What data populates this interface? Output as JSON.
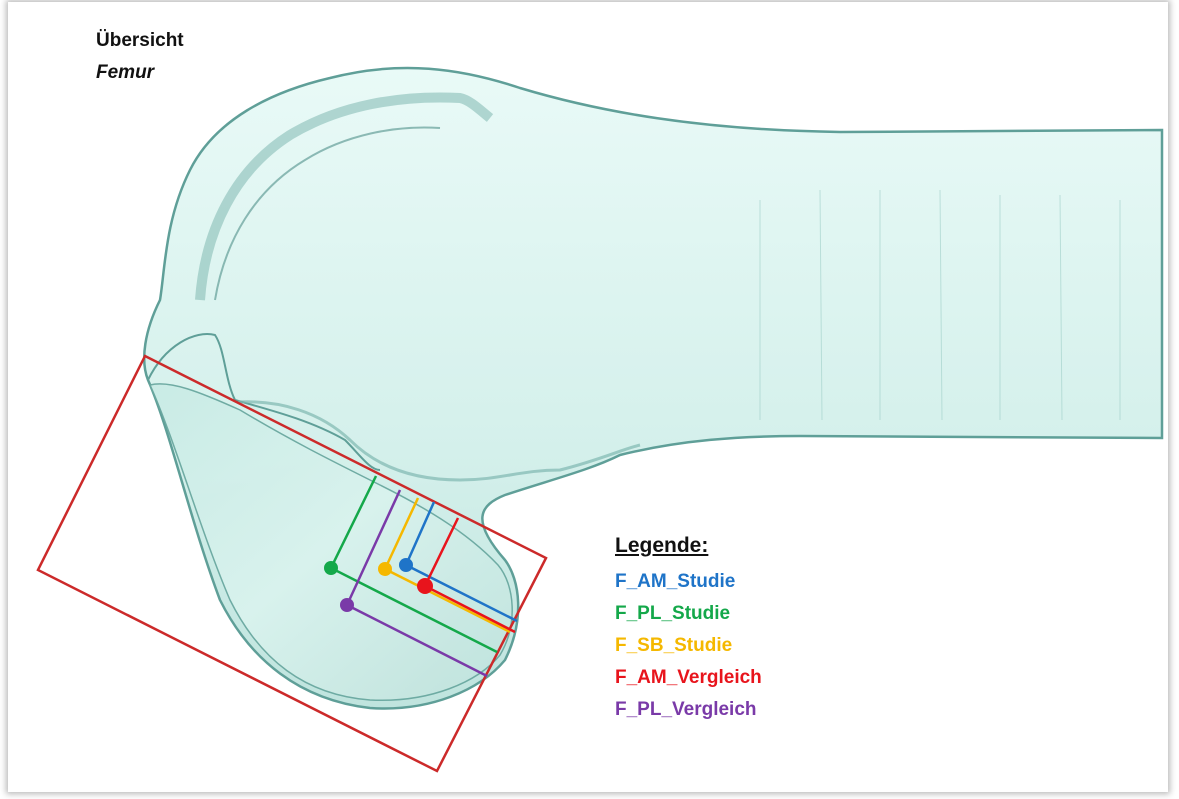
{
  "header": {
    "title": "Übersicht",
    "subtitle": "Femur"
  },
  "legend": {
    "title": "Legende:",
    "items": [
      {
        "label": "F_AM_Studie",
        "color": "#1f74c8"
      },
      {
        "label": "F_PL_Studie",
        "color": "#14a84a"
      },
      {
        "label": "F_SB_Studie",
        "color": "#f5b800"
      },
      {
        "label": "F_AM_Vergleich",
        "color": "#e8141c"
      },
      {
        "label": "F_PL_Vergleich",
        "color": "#7a3aa8"
      }
    ]
  },
  "colors": {
    "bone": "#dcf4f0",
    "bone_edge": "#5f9f98",
    "frame": "#cc2a2a"
  }
}
